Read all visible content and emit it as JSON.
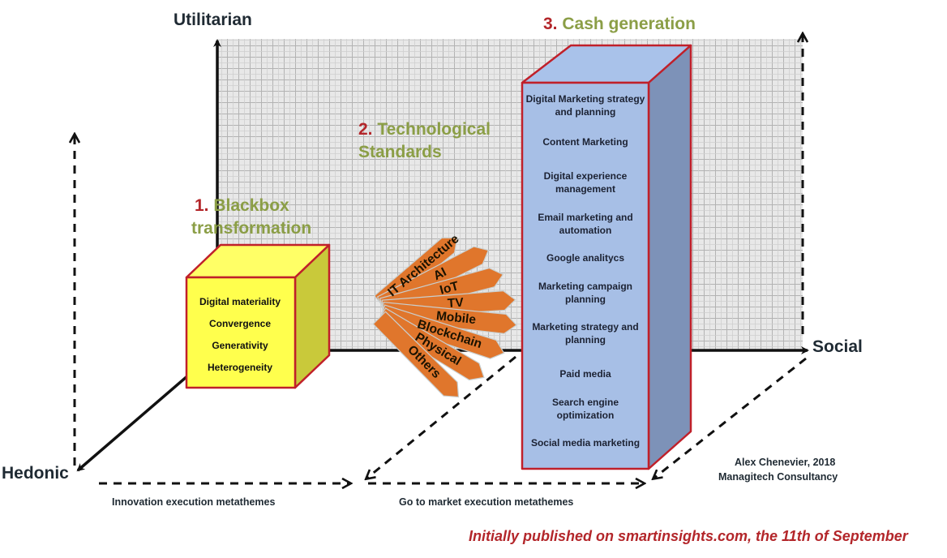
{
  "axes": {
    "utilitarian": "Utilitarian",
    "social": "Social",
    "hedonic": "Hedonic"
  },
  "sections": {
    "blackbox": {
      "number": "1.",
      "title_line1": "Blackbox",
      "title_line2": "transformation",
      "items": [
        "Digital materiality",
        "Convergence",
        "Generativity",
        "Heterogeneity"
      ]
    },
    "tech": {
      "number": "2.",
      "title_line1": "Technological",
      "title_line2": "Standards",
      "rays": [
        "IT Architecture",
        "AI",
        "IoT",
        "TV",
        "Mobile",
        "Blockchain",
        "Physical",
        "Others"
      ]
    },
    "cash": {
      "number": "3.",
      "title": "Cash generation",
      "items": [
        "Digital Marketing strategy and planning",
        "Content Marketing",
        "Digital experience management",
        "Email marketing and automation",
        "Google analitycs",
        "Marketing campaign planning",
        "Marketing strategy and planning",
        "Paid media",
        "Search engine optimization",
        "Social media marketing"
      ]
    }
  },
  "captions": {
    "innovation": "Innovation execution metathemes",
    "go_to_market": "Go to market execution metathemes"
  },
  "credit": {
    "author": "Alex Chenevier, 2018",
    "company": "Managitech Consultancy"
  },
  "publication": "Initially published on smartinsights.com, the 11th of September",
  "colors": {
    "number_red": "#b3262a",
    "title_green": "#8b9e46",
    "cube_yellow": "#ffff4d",
    "cube_border": "#c0202a",
    "ray_orange": "#e0762c",
    "column_blue": "#a7bfe6"
  }
}
